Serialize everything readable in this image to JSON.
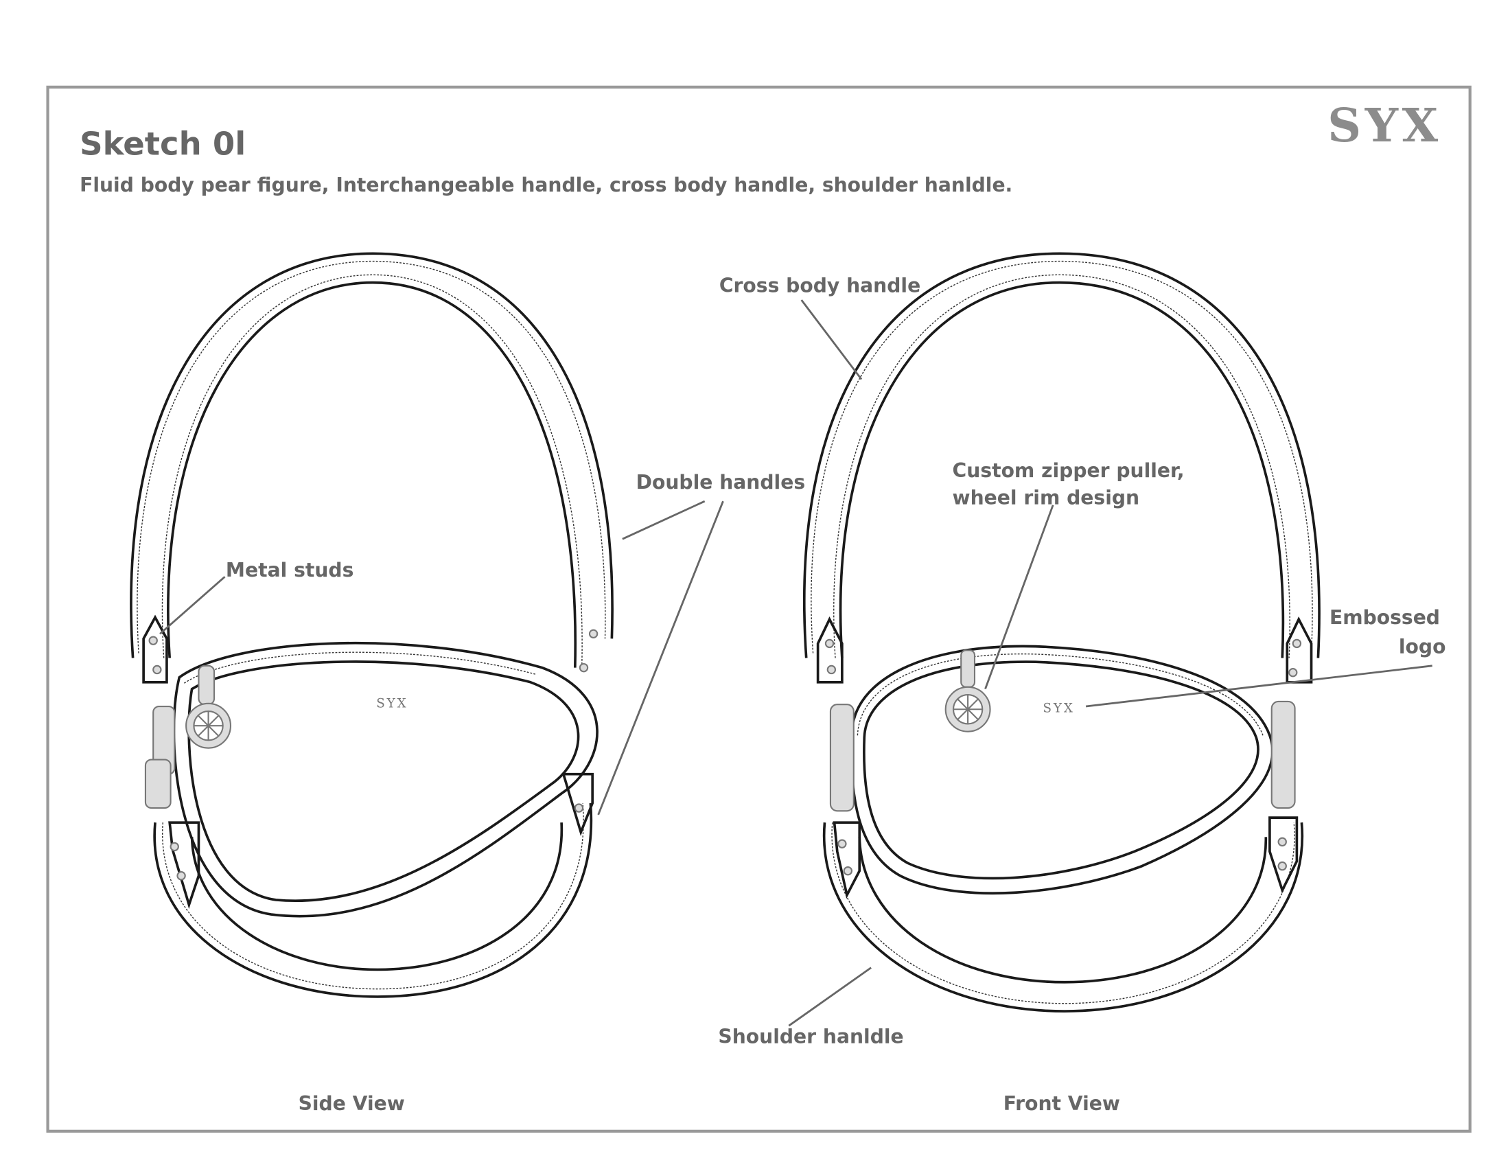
{
  "title": "Sketch 0l",
  "subtitle": "Fluid body pear figure, Interchangeable handle, cross body handle, shoulder hanldle.",
  "brand_logo": "SYX",
  "embossed_logo_text": "SYX",
  "callouts": {
    "cross_body_handle": "Cross body handle",
    "double_handles": "Double handles",
    "metal_studs": "Metal studs",
    "zipper_line1": "Custom zipper puller,",
    "zipper_line2": "wheel rim design",
    "embossed_line1": "Embossed",
    "embossed_line2": "logo",
    "shoulder_handle": "Shoulder hanldle"
  },
  "views": {
    "side": "Side View",
    "front": "Front View"
  },
  "colors": {
    "text": "#666666",
    "frame": "#999999",
    "logo": "#8c8c8c"
  }
}
